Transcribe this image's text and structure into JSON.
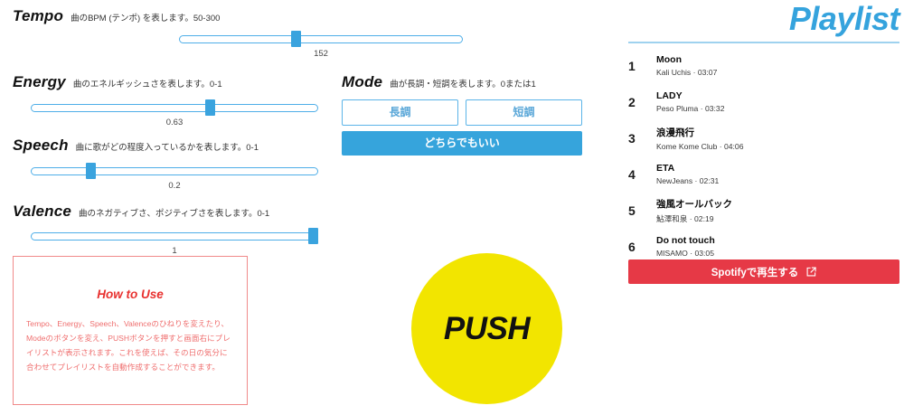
{
  "controls": {
    "tempo": {
      "name": "Tempo",
      "description": "曲のBPM (テンポ) を表します。50-300",
      "value": "152",
      "percent": 41
    },
    "energy": {
      "name": "Energy",
      "description": "曲のエネルギッシュさを表します。0-1",
      "value": "0.63",
      "percent": 63
    },
    "speech": {
      "name": "Speech",
      "description": "曲に歌がどの程度入っているかを表します。0-1",
      "value": "0.2",
      "percent": 20
    },
    "valence": {
      "name": "Valence",
      "description": "曲のネガティブさ、ポジティブさを表します。0-1",
      "value": "1",
      "percent": 100
    }
  },
  "mode": {
    "name": "Mode",
    "description": "曲が長調・短調を表します。0または1",
    "major_label": "長調",
    "minor_label": "短調",
    "any_label": "どちらでもいい"
  },
  "how_to_use": {
    "title": "How to Use",
    "body": "Tempo、Energy、Speech、Valenceのひねりを変えたり、Modeのボタンを変え、PUSHボタンを押すと画面右にプレイリストが表示されます。これを使えば、その日の気分に合わせてプレイリストを自動作成することができます。"
  },
  "push": {
    "label": "PUSH"
  },
  "playlist": {
    "title": "Playlist",
    "tracks": [
      {
        "index": "1",
        "title": "Moon",
        "sub": "Kali Uchis · 03:07"
      },
      {
        "index": "2",
        "title": "LADY",
        "sub": "Peso Pluma · 03:32"
      },
      {
        "index": "3",
        "title": "浪漫飛行",
        "sub": "Kome Kome Club · 04:06"
      },
      {
        "index": "4",
        "title": "ETA",
        "sub": "NewJeans · 02:31"
      },
      {
        "index": "5",
        "title": "強風オールバック",
        "sub": "鮎澤和泉 · 02:19"
      },
      {
        "index": "6",
        "title": "Do not touch",
        "sub": "MISAMO · 03:05"
      }
    ],
    "spotify_button": "Spotifyで再生する"
  },
  "colors": {
    "accent_blue": "#35a3dd",
    "slider_blue": "#3aa3de",
    "spotify_red": "#e63946",
    "push_yellow": "#f2e500",
    "howto_red": "#e8312f",
    "green_edge": "#9ccc8c"
  }
}
